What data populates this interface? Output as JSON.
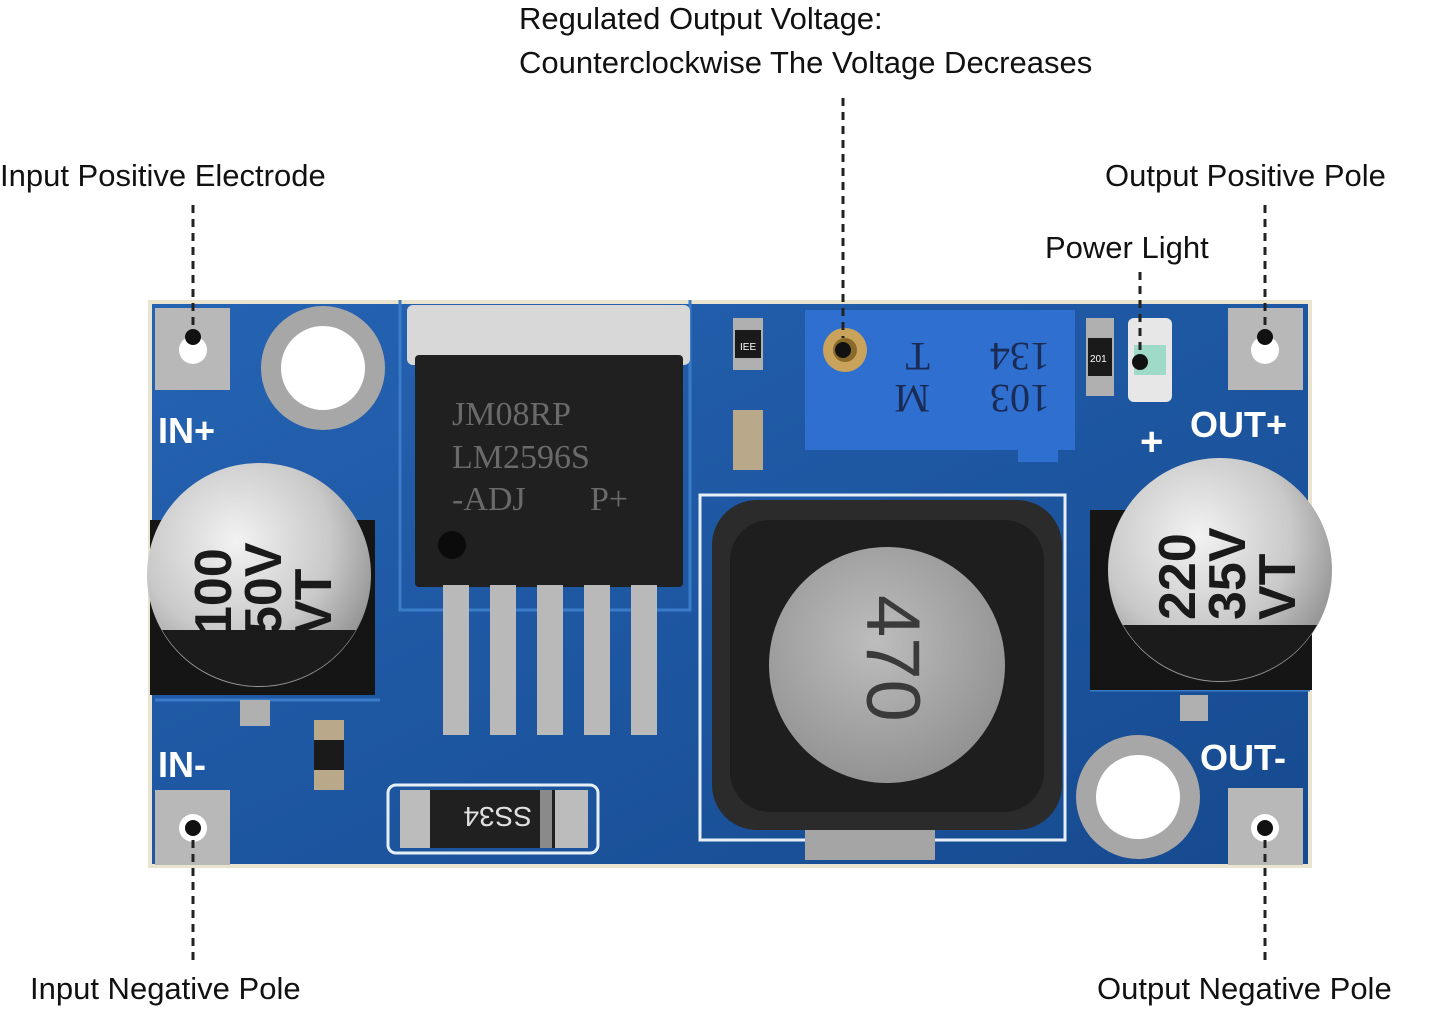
{
  "labels": {
    "regulated_line1": "Regulated Output Voltage:",
    "regulated_line2": "Counterclockwise The Voltage Decreases",
    "input_positive": "Input Positive Electrode",
    "output_positive": "Output Positive Pole",
    "power_light": "Power Light",
    "input_negative": "Input Negative Pole",
    "output_negative": "Output Negative Pole"
  },
  "board": {
    "silk_in_plus": "IN+",
    "silk_in_minus": "IN-",
    "silk_out_plus": "OUT+",
    "silk_out_minus": "OUT-",
    "silk_plus": "+",
    "ic_line1": "JM08RP",
    "ic_line2": "LM2596S",
    "ic_line3": "-ADJ",
    "ic_line3b": "P+",
    "cap_in_line1": "100",
    "cap_in_line2": "50V",
    "cap_in_line3": "VT",
    "cap_out_line1": "220",
    "cap_out_line2": "35V",
    "cap_out_line3": "VT",
    "inductor": "470",
    "pot_line1": "103",
    "pot_line2": "134",
    "pot_line3": "M",
    "pot_line4": "T",
    "diode": "SS34",
    "res1": "IEE",
    "res2": "201"
  },
  "colors": {
    "pcb": "#1f5aa6",
    "pcb_dark": "#123f7e",
    "pad": "#b5b5b5",
    "pot": "#2f6fd0",
    "ic": "#1e1e1e",
    "cap": "#d4d4d4"
  }
}
